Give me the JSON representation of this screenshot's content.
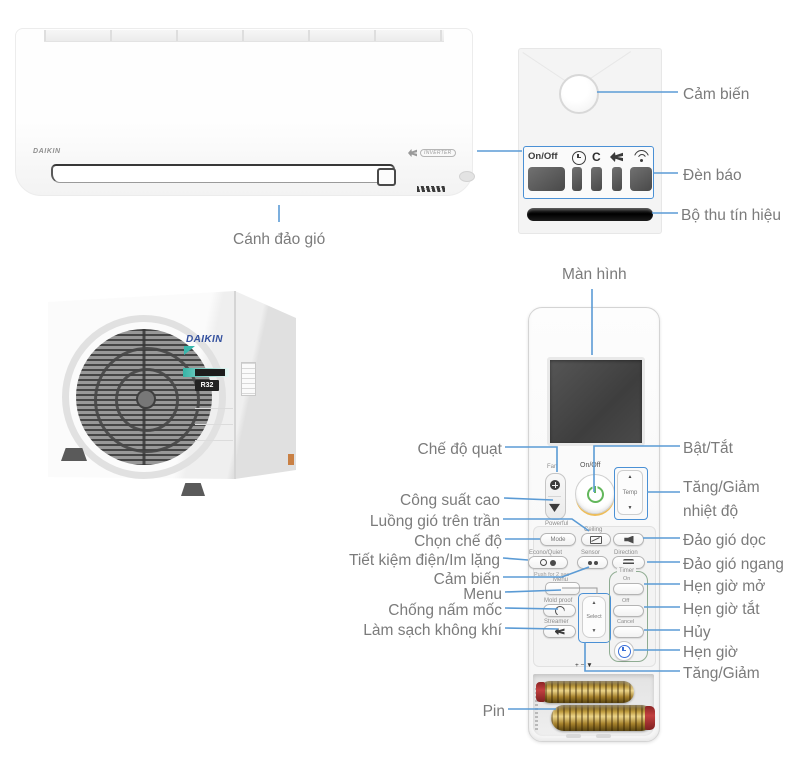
{
  "colors": {
    "callout_line": "#5b9bd5",
    "callout_text": "#7b7b7b",
    "highlight_box_blue": "#4a90d5",
    "timer_group_green": "#8fac92",
    "outdoor_brand_blue": "#33509e",
    "battery_cap_red": "#b03030"
  },
  "indoor_unit": {
    "brand": "DAIKIN",
    "inverter_badge": "INVERTER",
    "callout": "Cánh đảo gió"
  },
  "signal_panel": {
    "onoff_label": "On/Off",
    "callout_sensor": "Cảm biến",
    "callout_indicator": "Đèn báo",
    "callout_receiver": "Bộ thu tín hiệu"
  },
  "outdoor_unit": {
    "brand": "DAIKIN",
    "refrigerant_badge": "R32"
  },
  "remote": {
    "callout_screen": "Màn hình",
    "buttons": {
      "fan": "Fan",
      "powerful": "Powerful",
      "onoff": "On/Off",
      "temp": "Temp",
      "up": "▲",
      "down": "▼",
      "mode": "Mode",
      "ceiling": "Ceiling",
      "econo_quiet": "Econo/Quiet",
      "sensor": "Sensor",
      "direction": "Direction",
      "push_2sec": "Push for 2 sec",
      "menu": "Menu",
      "mold_proof": "Mold proof",
      "streamer": "Streamer",
      "select": "Select",
      "timer": "Timer",
      "timer_on": "On",
      "timer_off": "Off",
      "timer_cancel": "Cancel",
      "polarity": "+ − ▼"
    },
    "callouts_left": {
      "fan_mode": "Chế độ quạt",
      "high_power": "Công suất cao",
      "ceiling_airflow": "Luồng gió trên trần",
      "mode_select": "Chọn chế độ",
      "econo_quiet": "Tiết kiệm điện/Im lặng",
      "sensor": "Cảm biến",
      "menu": "Menu",
      "mold_proof": "Chống nấm mốc",
      "air_clean": "Làm sạch không khí",
      "battery": "Pin"
    },
    "callouts_right": {
      "power": "Bật/Tắt",
      "temp_adjust": "Tăng/Giảm nhiệt độ",
      "swing_vertical": "Đảo gió dọc",
      "swing_horizontal": "Đảo gió ngang",
      "timer_on": "Hẹn giờ mở",
      "timer_off": "Hẹn giờ tắt",
      "cancel": "Hủy",
      "timer": "Hẹn giờ",
      "select_adjust": "Tăng/Giảm"
    }
  }
}
